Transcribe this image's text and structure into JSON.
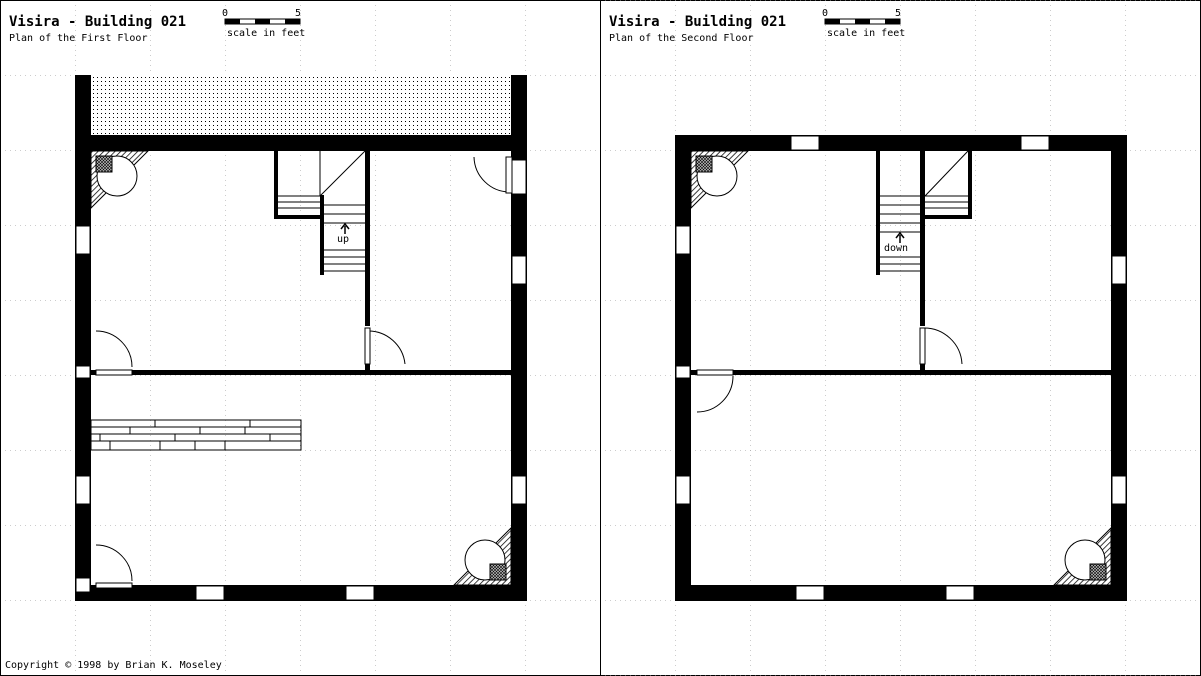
{
  "left": {
    "title": "Visira - Building 021",
    "subtitle": "Plan of the First Floor",
    "scale": {
      "zero": "0",
      "five": "5",
      "caption": "scale in feet"
    },
    "stair_label": "up"
  },
  "right": {
    "title": "Visira - Building 021",
    "subtitle": "Plan of the Second Floor",
    "scale": {
      "zero": "0",
      "five": "5",
      "caption": "scale in feet"
    },
    "stair_label": "down"
  },
  "copyright": "Copyright © 1998 by Brian K. Moseley",
  "colors": {
    "wall": "#000000",
    "grid": "#9a9a9a",
    "background": "#ffffff"
  }
}
